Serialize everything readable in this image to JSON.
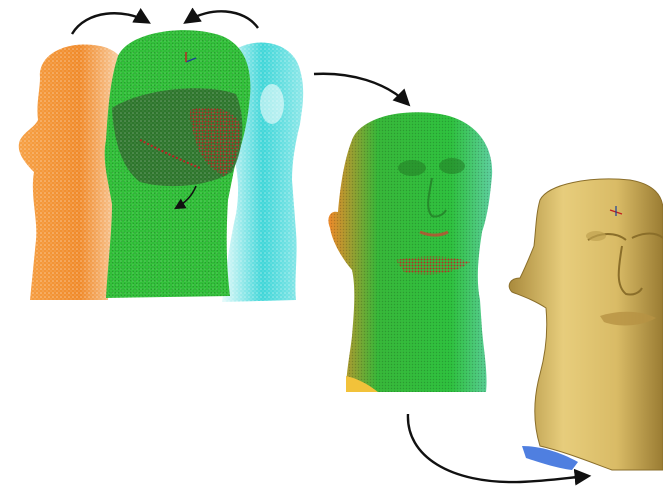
{
  "colors": {
    "background": "#ffffff",
    "scan_left": "#f08a2a",
    "scan_middle": "#33c23c",
    "scan_right": "#3fd6d8",
    "overlap_red": "#d9242a",
    "merged_red": "#e03a2e",
    "mesh_gold": "#d8b964",
    "mesh_base": "#4f7fe0",
    "arrow": "#111111"
  },
  "icons": {
    "arrow": "curved-arrow-icon",
    "axis": "coordinate-axis-icon"
  },
  "stages": [
    {
      "id": "aligned-scans"
    },
    {
      "id": "merged-point-cloud"
    },
    {
      "id": "surface-mesh"
    }
  ]
}
